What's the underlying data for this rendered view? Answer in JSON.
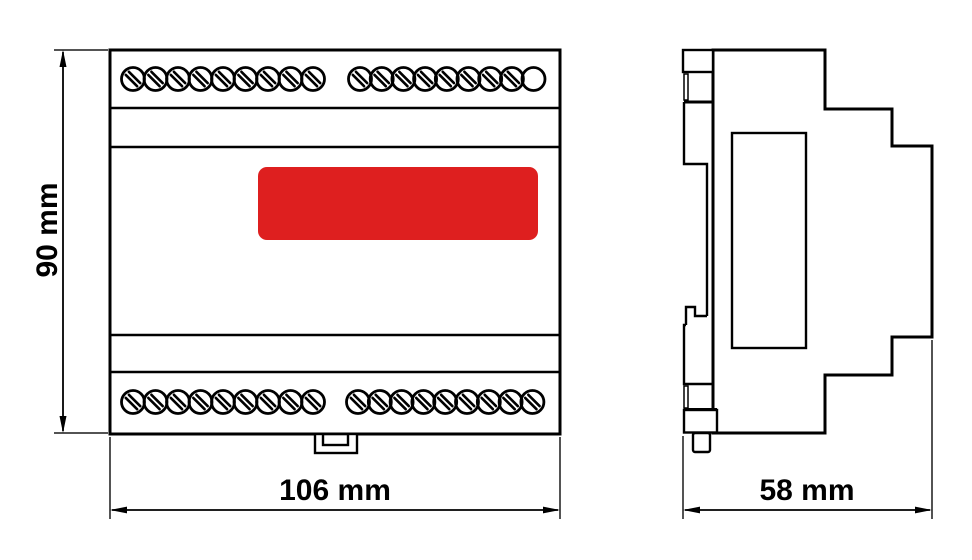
{
  "page": {
    "background_color": "#ffffff",
    "line_color": "#000000"
  },
  "drawing": {
    "front_view": {
      "display_color": "#de1f1f",
      "terminals": {
        "top_row": {
          "left_screws": 9,
          "right_screws": 8,
          "right_plain_holes": 1
        },
        "bottom_row": {
          "left_screws": 9,
          "right_screws": 9
        }
      }
    },
    "dimensions": {
      "height_label": "90 mm",
      "width_label": "106 mm",
      "depth_label": "58 mm"
    }
  }
}
